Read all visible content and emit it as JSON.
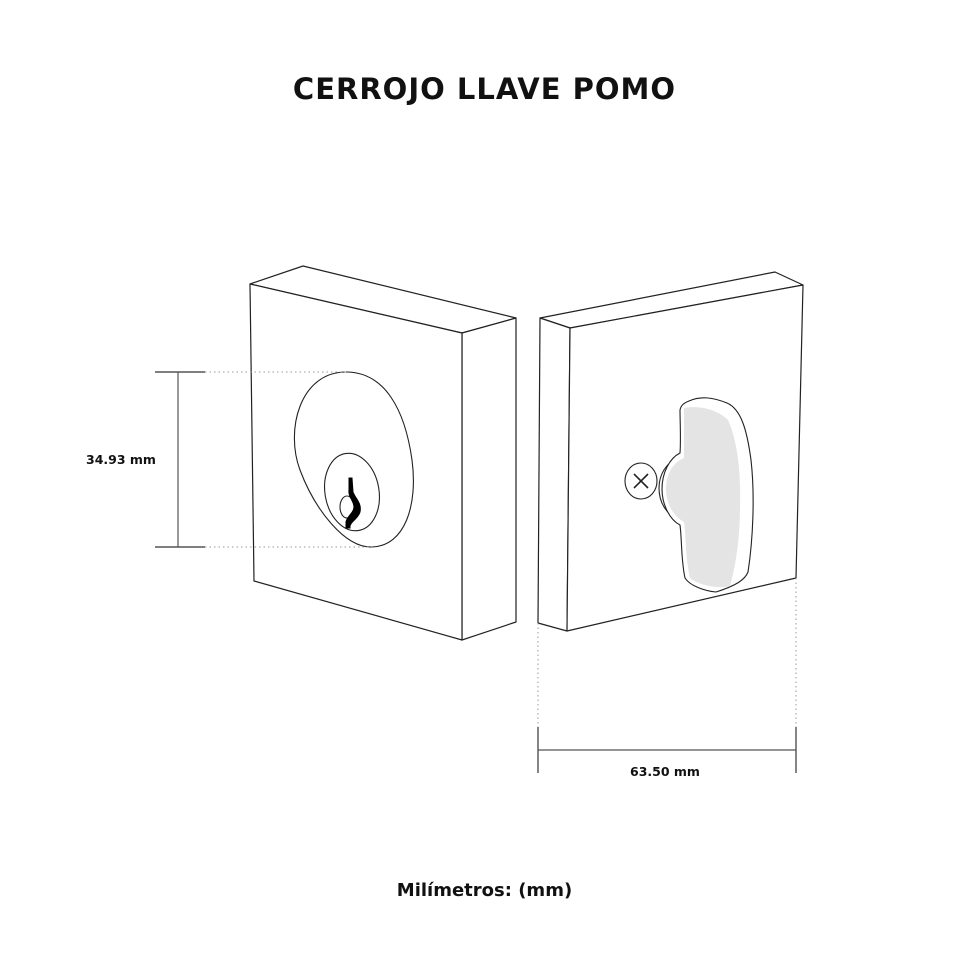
{
  "title": "CERROJO LLAVE POMO",
  "dimensions": {
    "height_label": "34.93 mm",
    "width_label": "63.50 mm"
  },
  "footer": "Milímetros: (mm)",
  "views": [
    {
      "name": "exterior-key-side",
      "features": [
        "keyhole-cylinder",
        "rosette"
      ]
    },
    {
      "name": "interior-knob-side",
      "features": [
        "thumb-turn-knob",
        "screw"
      ]
    }
  ],
  "colors": {
    "line": "#222222",
    "knob_fill": "#e4e4e4",
    "dotted": "#999999",
    "keyway": "#000000"
  }
}
